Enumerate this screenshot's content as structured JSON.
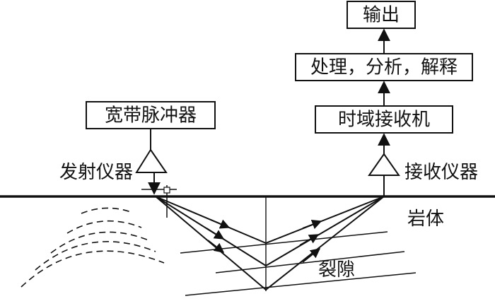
{
  "boxes": {
    "output": "输出",
    "process": "处理，分析，解释",
    "receiver": "时域接收机",
    "pulse": "宽带脉冲器"
  },
  "labels": {
    "transmitter": "发射仪器",
    "receiver_instrument": "接收仪器",
    "rock": "岩体",
    "fracture": "裂隙"
  }
}
